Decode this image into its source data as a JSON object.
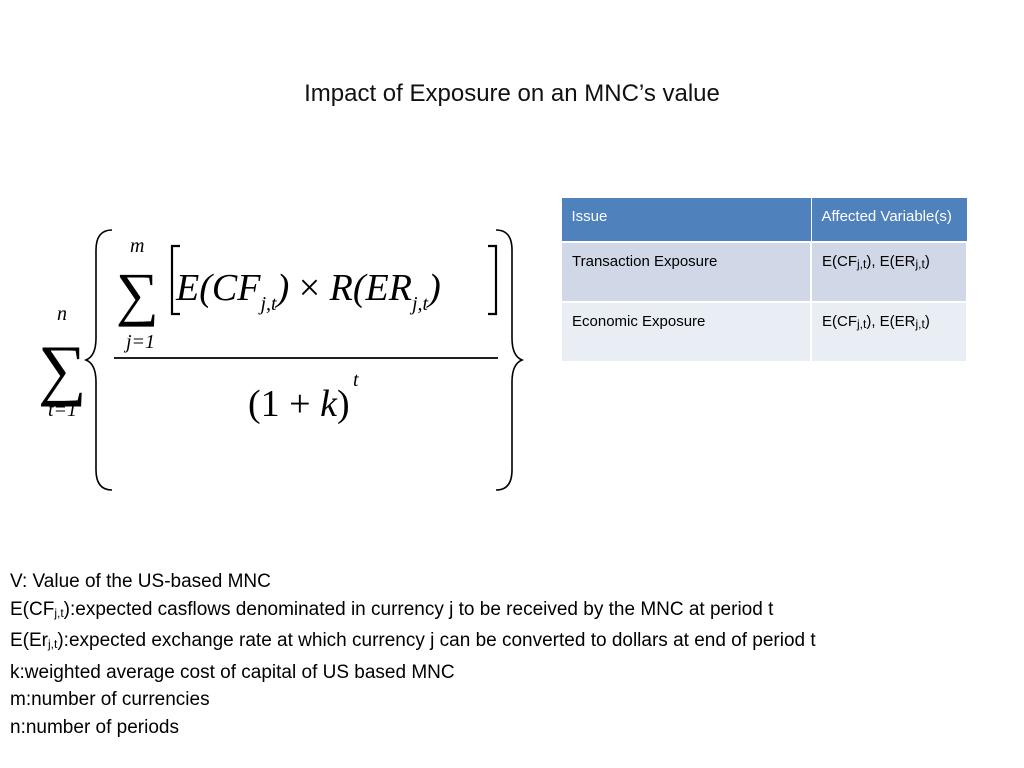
{
  "title": "Impact of Exposure on an MNC’s value",
  "formula": {
    "outer_sum_upper": "n",
    "outer_sum_lower": "t=1",
    "inner_sum_upper": "m",
    "inner_sum_lower": "j=1",
    "numerator": "E(CF j,t ) × R(ER j,t )",
    "denominator": "(1 + k)",
    "denominator_exponent": "t"
  },
  "table": {
    "headers": [
      "Issue",
      "Affected Variable(s)"
    ],
    "rows": [
      {
        "issue": "Transaction Exposure",
        "var_prefix_1": "E(CF",
        "var_sub_1": "j,t",
        "var_mid": "), E(ER",
        "var_sub_2": "j,t",
        "var_suffix": ")"
      },
      {
        "issue": "Economic Exposure",
        "var_prefix_1": "E(CF",
        "var_sub_1": "j,t",
        "var_mid": "), E(ER",
        "var_sub_2": "j,t",
        "var_suffix": ")"
      }
    ]
  },
  "legend": {
    "v": "V: Value of the US-based MNC",
    "cf_prefix": "E(CF",
    "cf_sub": "j,t",
    "cf_rest": "):expected casflows denominated in currency j to be received by the MNC at period t",
    "er_prefix": "E(Er",
    "er_sub": "j,t",
    "er_rest": "):expected exchange rate at which currency j can be converted to dollars at end of period t",
    "k": "k:weighted average cost of capital of US based MNC",
    "m": "m:number of currencies",
    "n": "n:number of periods"
  }
}
